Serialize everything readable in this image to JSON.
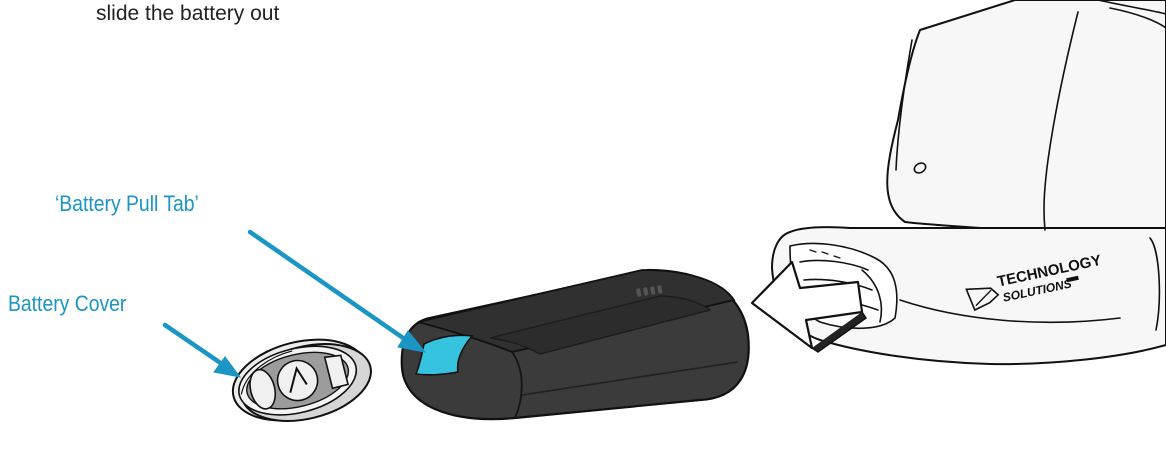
{
  "instruction_text": "slide the battery out",
  "callouts": {
    "pull_tab": "‘Battery Pull Tab’",
    "cover": "Battery Cover"
  },
  "logo": {
    "line1": "TECHNOLOGY",
    "line2": "SOLUTIONS"
  },
  "colors": {
    "callout": "#1a95c4",
    "pull_tab": "#36c3e0",
    "battery_body": "#3b3b3b",
    "battery_top": "#2f2f2f",
    "outline": "#111111",
    "arrow_fill": "#ffffff"
  },
  "icons": {
    "direction_arrow": "arrow-left-icon"
  }
}
